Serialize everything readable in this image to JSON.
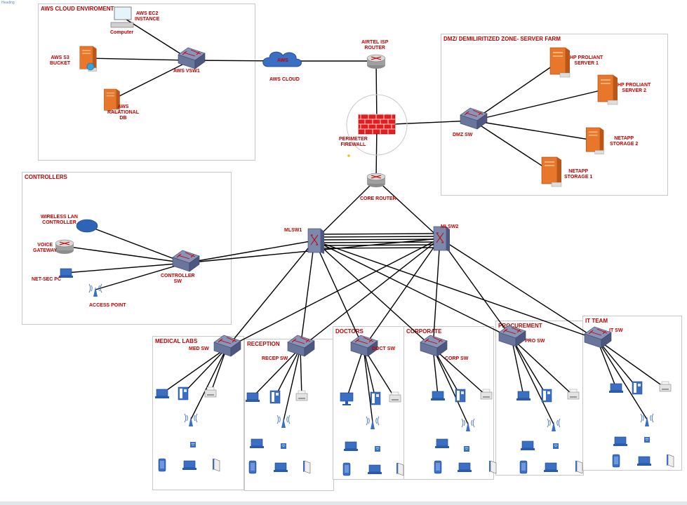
{
  "heading": "Heading",
  "zones": {
    "aws": "AWS CLOUD ENVIROMENT",
    "dmz": "DMZ/ DEMILIRITIZED ZONE- SERVER FARM",
    "controllers": "CONTROLLERS",
    "medical": "MEDICAL LABS",
    "reception": "RECEPTION",
    "doctors": "DOCTORS",
    "corporate": "CORPORATE",
    "procurement": "PROCUREMENT",
    "it": "IT TEAM"
  },
  "labels": {
    "computer": "Computer",
    "ec2": "AWS EC2\nINSTANCE",
    "s3": "AWS S3\nBUCKET",
    "aws_vsw": "AWS VSW1",
    "rds": "AWS\nRALATIONAL\nDB",
    "cloud_text": "AWS",
    "aws_cloud": "AWS CLOUD",
    "isp_router": "AIRTEL ISP\nROUTER",
    "firewall": "PERIMETER\nFIREWALL",
    "core_router": "CORE ROUTER",
    "dmz_sw": "DMZ SW",
    "hp1": "HP PROLIANT\nSERVER 1",
    "hp2": "HP PROLIANT\nSERVER 2",
    "netapp2": "NETAPP\nSTORAGE 2",
    "netapp1": "NETAPP\nSTORAGE 1",
    "mlsw1": "MLSW1",
    "mlsw2": "MLSW2",
    "wlc": "WIRELESS LAN\nCONTROLLER",
    "voice": "VOICE\nGATEWAY",
    "netsec": "NET-SEC PC",
    "ap": "ACCESS POINT",
    "controller_sw": "CONTROLLER\nSW",
    "med_sw": "MED SW",
    "recep_sw": "RECEP SW",
    "doct_sw": "DOCT SW",
    "corp_sw": "CORP SW",
    "pro_sw": "PRO SW",
    "it_sw": "IT SW"
  },
  "colors": {
    "label": "#c00000",
    "server": "#e8762b",
    "switch": "#5b6b9a",
    "device": "#3a6fc4",
    "firewall": "#e02020",
    "zone_border": "#c8c8c8"
  },
  "icons": {
    "switch": "network-switch-icon",
    "router": "router-icon",
    "server": "server-tower-icon",
    "firewall": "brick-firewall-icon",
    "cloud": "cloud-icon",
    "pc": "desktop-pc-icon",
    "laptop": "laptop-icon",
    "phone": "ip-phone-icon",
    "printer": "printer-icon",
    "ap": "access-point-icon",
    "tablet": "tablet-icon",
    "wlc": "wireless-lan-controller-icon"
  }
}
